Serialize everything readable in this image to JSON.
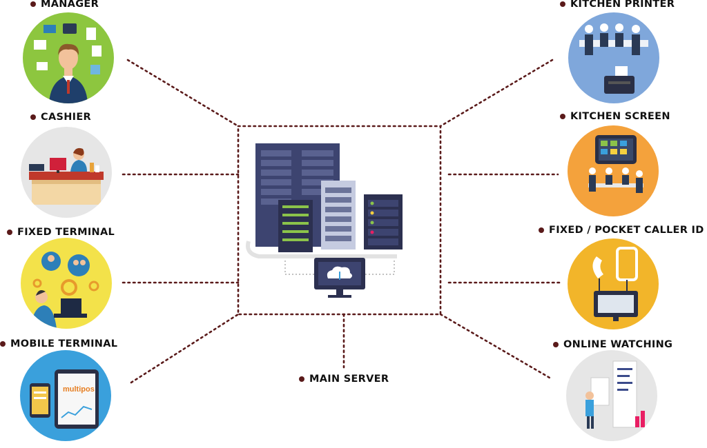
{
  "nodes": {
    "manager": {
      "label": "MANAGER",
      "color": "#8dc63f"
    },
    "cashier": {
      "label": "CASHIER",
      "color": "#e6e6e6"
    },
    "fixed_terminal": {
      "label": "FIXED TERMINAL",
      "color": "#f3e24a"
    },
    "mobile_terminal": {
      "label": "MOBILE TERMINAL",
      "color": "#3aa0dc"
    },
    "kitchen_printer": {
      "label": "KITCHEN PRINTER",
      "color": "#7fa7db"
    },
    "kitchen_screen": {
      "label": "KITCHEN SCREEN",
      "color": "#f4a23c"
    },
    "caller_id": {
      "label": "FIXED / POCKET CALLER ID",
      "color": "#f2b52a"
    },
    "online_watching": {
      "label": "ONLINE WATCHING",
      "color": "#e6e6e6"
    },
    "main_server": {
      "label": "MAIN SERVER"
    }
  },
  "tablet_brand": "multipos",
  "colors": {
    "line": "#5a1a1a",
    "dot": "#5a1a1a",
    "server": "#3d4470",
    "server_dark": "#2c3050"
  }
}
